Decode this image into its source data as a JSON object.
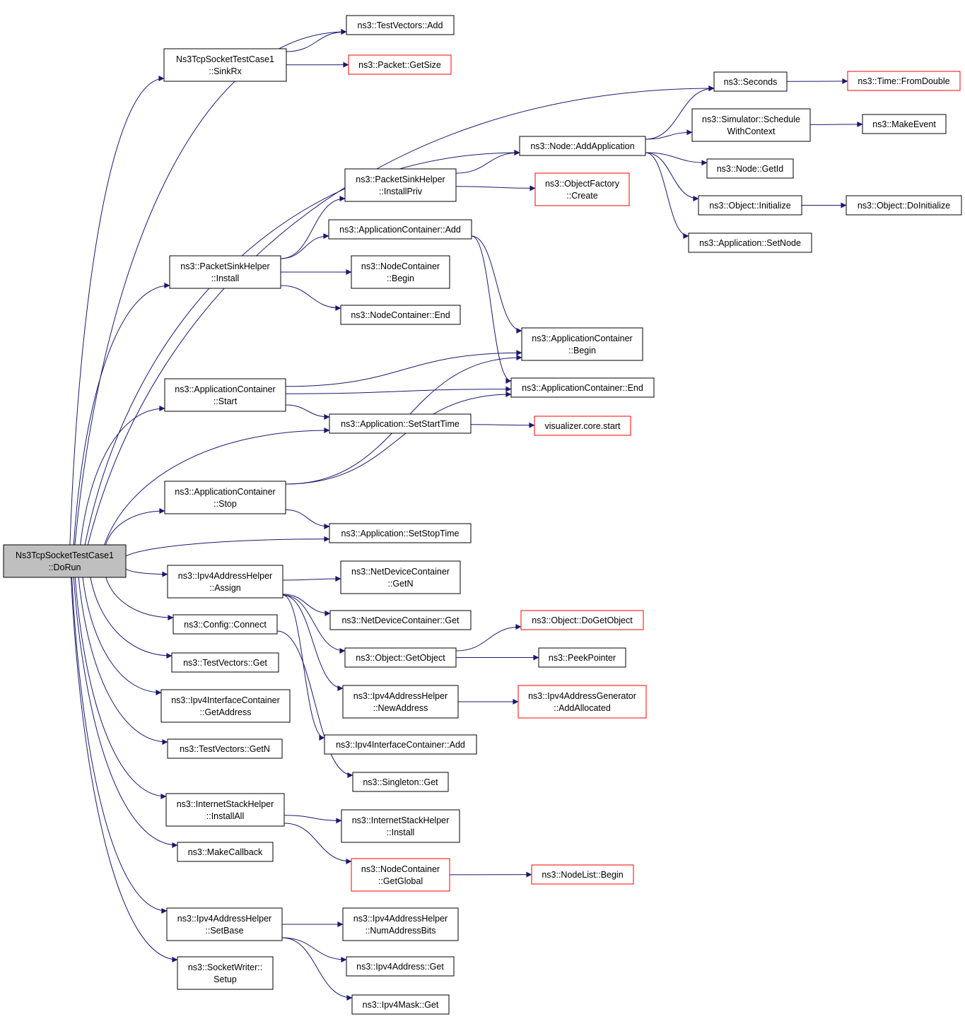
{
  "colors": {
    "edge": "#191970",
    "box_border": "#000000",
    "red_border": "#ff0000",
    "root_fill": "#bfbfbf",
    "box_fill": "#ffffff"
  },
  "nodes": {
    "dorun": {
      "lines": [
        "Ns3TcpSocketTestCase1",
        "::DoRun"
      ],
      "style": "root"
    },
    "tv_add": {
      "lines": [
        "ns3::TestVectors::Add"
      ],
      "style": "normal"
    },
    "sinkrx": {
      "lines": [
        "Ns3TcpSocketTestCase1",
        "::SinkRx"
      ],
      "style": "normal"
    },
    "pkt_getsize": {
      "lines": [
        "ns3::Packet::GetSize"
      ],
      "style": "red"
    },
    "seconds": {
      "lines": [
        "ns3::Seconds"
      ],
      "style": "normal"
    },
    "time_fromdouble": {
      "lines": [
        "ns3::Time::FromDouble"
      ],
      "style": "red"
    },
    "sim_schedule": {
      "lines": [
        "ns3::Simulator::Schedule",
        "WithContext"
      ],
      "style": "normal"
    },
    "makeevent": {
      "lines": [
        "ns3::MakeEvent"
      ],
      "style": "normal"
    },
    "node_addapp": {
      "lines": [
        "ns3::Node::AddApplication"
      ],
      "style": "normal"
    },
    "node_getid": {
      "lines": [
        "ns3::Node::GetId"
      ],
      "style": "normal"
    },
    "obj_init": {
      "lines": [
        "ns3::Object::Initialize"
      ],
      "style": "normal"
    },
    "obj_doinit": {
      "lines": [
        "ns3::Object::DoInitialize"
      ],
      "style": "normal"
    },
    "app_setnode": {
      "lines": [
        "ns3::Application::SetNode"
      ],
      "style": "normal"
    },
    "psh_installpriv": {
      "lines": [
        "ns3::PacketSinkHelper",
        "::InstallPriv"
      ],
      "style": "normal"
    },
    "objfactory_create": {
      "lines": [
        "ns3::ObjectFactory",
        "::Create"
      ],
      "style": "red"
    },
    "appcont_add": {
      "lines": [
        "ns3::ApplicationContainer::Add"
      ],
      "style": "normal"
    },
    "psh_install": {
      "lines": [
        "ns3::PacketSinkHelper",
        "::Install"
      ],
      "style": "normal"
    },
    "nc_begin": {
      "lines": [
        "ns3::NodeContainer",
        "::Begin"
      ],
      "style": "normal"
    },
    "nc_end": {
      "lines": [
        "ns3::NodeContainer::End"
      ],
      "style": "normal"
    },
    "appcont_begin": {
      "lines": [
        "ns3::ApplicationContainer",
        "::Begin"
      ],
      "style": "normal"
    },
    "appcont_end": {
      "lines": [
        "ns3::ApplicationContainer::End"
      ],
      "style": "normal"
    },
    "appcont_start": {
      "lines": [
        "ns3::ApplicationContainer",
        "::Start"
      ],
      "style": "normal"
    },
    "app_setstarttime": {
      "lines": [
        "ns3::Application::SetStartTime"
      ],
      "style": "normal"
    },
    "viz_start": {
      "lines": [
        "visualizer.core.start"
      ],
      "style": "red"
    },
    "appcont_stop": {
      "lines": [
        "ns3::ApplicationContainer",
        "::Stop"
      ],
      "style": "normal"
    },
    "app_setstoptime": {
      "lines": [
        "ns3::Application::SetStopTime"
      ],
      "style": "normal"
    },
    "ipv4ah_assign": {
      "lines": [
        "ns3::Ipv4AddressHelper",
        "::Assign"
      ],
      "style": "normal"
    },
    "ndc_getn": {
      "lines": [
        "ns3::NetDeviceContainer",
        "::GetN"
      ],
      "style": "normal"
    },
    "ndc_get": {
      "lines": [
        "ns3::NetDeviceContainer::Get"
      ],
      "style": "normal"
    },
    "config_connect": {
      "lines": [
        "ns3::Config::Connect"
      ],
      "style": "normal"
    },
    "obj_dogetobject": {
      "lines": [
        "ns3::Object::DoGetObject"
      ],
      "style": "red"
    },
    "obj_getobject": {
      "lines": [
        "ns3::Object::GetObject"
      ],
      "style": "normal"
    },
    "peekpointer": {
      "lines": [
        "ns3::PeekPointer"
      ],
      "style": "normal"
    },
    "tv_get": {
      "lines": [
        "ns3::TestVectors::Get"
      ],
      "style": "normal"
    },
    "ipv4ic_getaddress": {
      "lines": [
        "ns3::Ipv4InterfaceContainer",
        "::GetAddress"
      ],
      "style": "normal"
    },
    "ipv4ah_newaddress": {
      "lines": [
        "ns3::Ipv4AddressHelper",
        "::NewAddress"
      ],
      "style": "normal"
    },
    "ipv4ag_addallocated": {
      "lines": [
        "ns3::Ipv4AddressGenerator",
        "::AddAllocated"
      ],
      "style": "red"
    },
    "tv_getn": {
      "lines": [
        "ns3::TestVectors::GetN"
      ],
      "style": "normal"
    },
    "ipv4ic_add": {
      "lines": [
        "ns3::Ipv4InterfaceContainer::Add"
      ],
      "style": "normal"
    },
    "singleton_get": {
      "lines": [
        "ns3::Singleton::Get"
      ],
      "style": "normal"
    },
    "ish_installall": {
      "lines": [
        "ns3::InternetStackHelper",
        "::InstallAll"
      ],
      "style": "normal"
    },
    "ish_install": {
      "lines": [
        "ns3::InternetStackHelper",
        "::Install"
      ],
      "style": "normal"
    },
    "makecallback": {
      "lines": [
        "ns3::MakeCallback"
      ],
      "style": "normal"
    },
    "nc_getglobal": {
      "lines": [
        "ns3::NodeContainer",
        "::GetGlobal"
      ],
      "style": "red"
    },
    "nodelist_begin": {
      "lines": [
        "ns3::NodeList::Begin"
      ],
      "style": "red"
    },
    "ipv4ah_setbase": {
      "lines": [
        "ns3::Ipv4AddressHelper",
        "::SetBase"
      ],
      "style": "normal"
    },
    "ipv4ah_numaddrbits": {
      "lines": [
        "ns3::Ipv4AddressHelper",
        "::NumAddressBits"
      ],
      "style": "normal"
    },
    "ipv4addr_get": {
      "lines": [
        "ns3::Ipv4Address::Get"
      ],
      "style": "normal"
    },
    "socketwriter_setup": {
      "lines": [
        "ns3::SocketWriter::",
        "Setup"
      ],
      "style": "normal"
    },
    "ipv4mask_get": {
      "lines": [
        "ns3::Ipv4Mask::Get"
      ],
      "style": "normal"
    }
  },
  "edges": [
    [
      "dorun",
      "tv_add"
    ],
    [
      "dorun",
      "sinkrx"
    ],
    [
      "dorun",
      "seconds"
    ],
    [
      "dorun",
      "node_addapp"
    ],
    [
      "dorun",
      "psh_install"
    ],
    [
      "dorun",
      "appcont_start"
    ],
    [
      "dorun",
      "app_setstarttime"
    ],
    [
      "dorun",
      "appcont_stop"
    ],
    [
      "dorun",
      "app_setstoptime"
    ],
    [
      "dorun",
      "ipv4ah_assign"
    ],
    [
      "dorun",
      "config_connect"
    ],
    [
      "dorun",
      "tv_get"
    ],
    [
      "dorun",
      "ipv4ic_getaddress"
    ],
    [
      "dorun",
      "tv_getn"
    ],
    [
      "dorun",
      "ish_installall"
    ],
    [
      "dorun",
      "makecallback"
    ],
    [
      "dorun",
      "ipv4ah_setbase"
    ],
    [
      "dorun",
      "socketwriter_setup"
    ],
    [
      "sinkrx",
      "tv_add"
    ],
    [
      "sinkrx",
      "pkt_getsize"
    ],
    [
      "seconds",
      "time_fromdouble"
    ],
    [
      "node_addapp",
      "seconds"
    ],
    [
      "node_addapp",
      "sim_schedule"
    ],
    [
      "node_addapp",
      "node_getid"
    ],
    [
      "node_addapp",
      "obj_init"
    ],
    [
      "node_addapp",
      "app_setnode"
    ],
    [
      "sim_schedule",
      "makeevent"
    ],
    [
      "obj_init",
      "obj_doinit"
    ],
    [
      "psh_install",
      "psh_installpriv"
    ],
    [
      "psh_install",
      "appcont_add"
    ],
    [
      "psh_install",
      "nc_begin"
    ],
    [
      "psh_install",
      "nc_end"
    ],
    [
      "psh_installpriv",
      "node_addapp"
    ],
    [
      "psh_installpriv",
      "objfactory_create"
    ],
    [
      "appcont_add",
      "appcont_begin"
    ],
    [
      "appcont_add",
      "appcont_end"
    ],
    [
      "appcont_start",
      "appcont_begin"
    ],
    [
      "appcont_start",
      "appcont_end"
    ],
    [
      "appcont_start",
      "app_setstarttime"
    ],
    [
      "app_setstarttime",
      "viz_start"
    ],
    [
      "appcont_stop",
      "appcont_begin"
    ],
    [
      "appcont_stop",
      "appcont_end"
    ],
    [
      "appcont_stop",
      "app_setstoptime"
    ],
    [
      "ipv4ah_assign",
      "ndc_getn"
    ],
    [
      "ipv4ah_assign",
      "ndc_get"
    ],
    [
      "ipv4ah_assign",
      "obj_getobject"
    ],
    [
      "ipv4ah_assign",
      "ipv4ah_newaddress"
    ],
    [
      "ipv4ah_assign",
      "ipv4ic_add"
    ],
    [
      "obj_getobject",
      "obj_dogetobject"
    ],
    [
      "obj_getobject",
      "peekpointer"
    ],
    [
      "ipv4ah_newaddress",
      "ipv4ag_addallocated"
    ],
    [
      "config_connect",
      "singleton_get"
    ],
    [
      "ish_installall",
      "ish_install"
    ],
    [
      "ish_installall",
      "nc_getglobal"
    ],
    [
      "nc_getglobal",
      "nodelist_begin"
    ],
    [
      "ipv4ah_setbase",
      "ipv4ah_numaddrbits"
    ],
    [
      "ipv4ah_setbase",
      "ipv4addr_get"
    ],
    [
      "ipv4ah_setbase",
      "ipv4mask_get"
    ]
  ]
}
